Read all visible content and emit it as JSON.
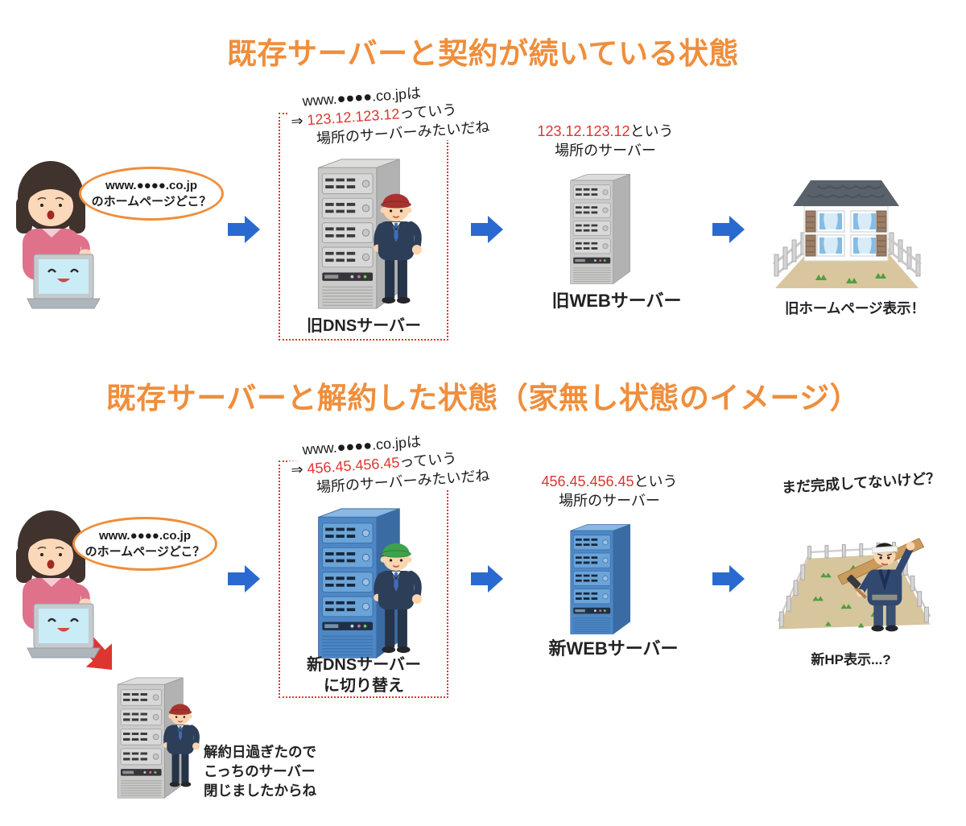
{
  "colors": {
    "title_orange": "#ef8e3c",
    "accent_red": "#dd3530",
    "arrow_blue": "#2a6ad0"
  },
  "query_bubble": {
    "line1": "www.●●●●.co.jp",
    "line2": "のホームページどこ？"
  },
  "section_old": {
    "title": "既存サーバーと契約が続いている状態",
    "dns_note": {
      "line1": "www.●●●●.co.jpは",
      "line2_prefix": "⇒ ",
      "line2_ip": "123.12.123.12",
      "line2_suffix": "っていう",
      "line3": "場所のサーバーみたいだね"
    },
    "dns_label": "旧DNSサーバー",
    "web_note": {
      "ip": "123.12.123.12",
      "suffix": "という",
      "line2": "場所のサーバー"
    },
    "web_label": "旧WEBサーバー",
    "result_label": "旧ホームページ表示！"
  },
  "section_new": {
    "title": "既存サーバーと解約した状態（家無し状態のイメージ）",
    "dns_note": {
      "line1": "www.●●●●.co.jpは",
      "line2_prefix": "⇒ ",
      "line2_ip": "456.45.456.45",
      "line2_suffix": "っていう",
      "line3": "場所のサーバーみたいだね"
    },
    "dns_label_line1": "新DNSサーバー",
    "dns_label_line2": "に切り替え",
    "web_note": {
      "ip": "456.45.456.45",
      "suffix": "という",
      "line2": "場所のサーバー"
    },
    "web_label": "新WEBサーバー",
    "construction_note": "まだ完成してないけど？",
    "result_label": "新HP表示...?",
    "cancel_note": {
      "line1": "解約日過ぎたので",
      "line2": "こっちのサーバー",
      "line3": "閉じましたからね"
    }
  }
}
